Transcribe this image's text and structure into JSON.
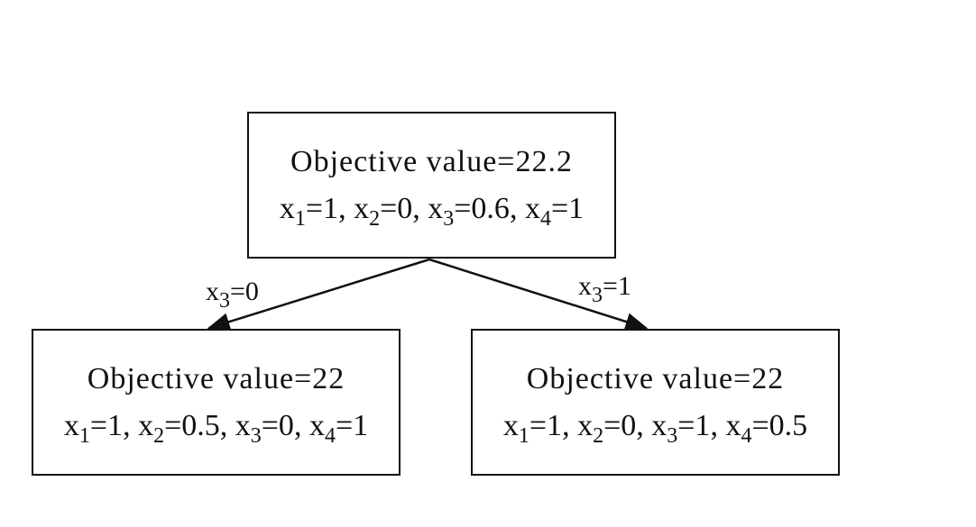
{
  "nodes": {
    "root": {
      "objective": "Objective value=22.2",
      "vars": [
        {
          "name": "x",
          "sub": "1",
          "value": "=1",
          "sep": ", "
        },
        {
          "name": "x",
          "sub": "2",
          "value": "=0",
          "sep": ", "
        },
        {
          "name": "x",
          "sub": "3",
          "value": "=0.6",
          "sep": ", "
        },
        {
          "name": "x",
          "sub": "4",
          "value": "=1",
          "sep": ""
        }
      ]
    },
    "left": {
      "objective": "Objective value=22",
      "vars": [
        {
          "name": "x",
          "sub": "1",
          "value": "=1",
          "sep": ", "
        },
        {
          "name": "x",
          "sub": "2",
          "value": "=0.5",
          "sep": ", "
        },
        {
          "name": "x",
          "sub": "3",
          "value": "=0",
          "sep": ", "
        },
        {
          "name": "x",
          "sub": "4",
          "value": "=1",
          "sep": ""
        }
      ]
    },
    "right": {
      "objective": "Objective value=22",
      "vars": [
        {
          "name": "x",
          "sub": "1",
          "value": "=1",
          "sep": ", "
        },
        {
          "name": "x",
          "sub": "2",
          "value": "=0",
          "sep": ", "
        },
        {
          "name": "x",
          "sub": "3",
          "value": "=1",
          "sep": ", "
        },
        {
          "name": "x",
          "sub": "4",
          "value": "=0.5",
          "sep": ""
        }
      ]
    }
  },
  "edges": {
    "left": {
      "name": "x",
      "sub": "3",
      "value": "=0"
    },
    "right": {
      "name": "x",
      "sub": "3",
      "value": "=1"
    }
  },
  "colors": {
    "stroke": "#111111",
    "background": "#ffffff"
  }
}
